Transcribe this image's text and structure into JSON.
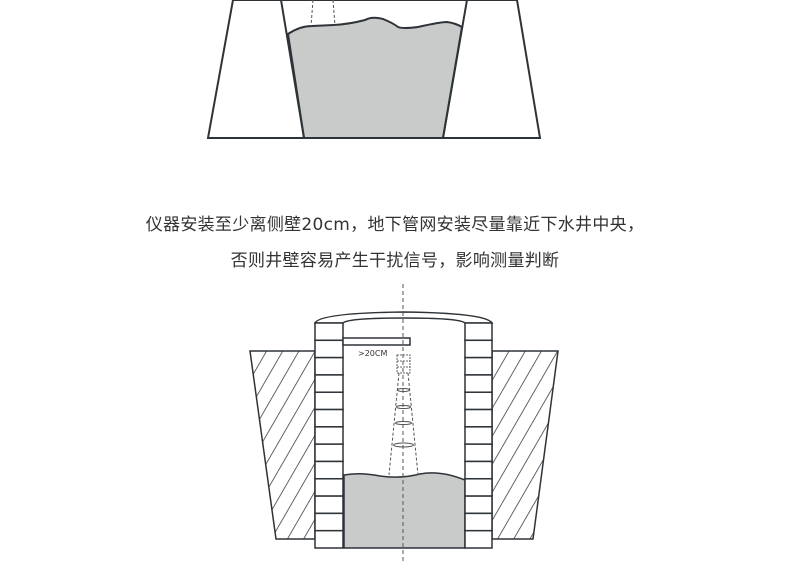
{
  "caption": {
    "line1": "仪器安装至少离侧壁20cm，地下管网安装尽量靠近下水井中央，",
    "line2": "否则井壁容易产生干扰信号，影响测量判断"
  },
  "diagram": {
    "distance_label": ">20CM"
  },
  "colors": {
    "stroke": "#2e3338",
    "liquid": "#c9cbca",
    "text": "#333333"
  }
}
